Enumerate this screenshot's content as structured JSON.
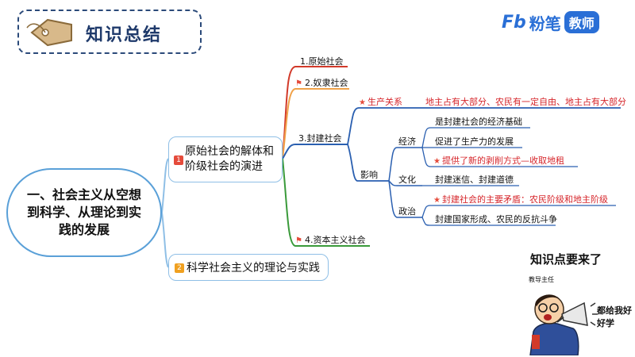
{
  "header": {
    "title": "知识总结"
  },
  "logo": {
    "mark": "Fb",
    "name": "粉笔",
    "badge": "教师"
  },
  "central": {
    "text": "一、社会主义从空想到科学、从理论到实践的发展"
  },
  "branches": [
    {
      "tag": "1",
      "text": "原始社会的解体和阶级社会的演进"
    },
    {
      "tag": "2",
      "text": "科学社会主义的理论与实践"
    }
  ],
  "societies": {
    "primitive": "1.原始社会",
    "slave": "2.奴隶社会",
    "feudal": "3.封建社会",
    "capitalist": "4.资本主义社会"
  },
  "feudal": {
    "relations_label": "生产关系",
    "relations_text": "地主占有大部分、农民有一定自由、地主占有大部分",
    "influence_label": "影响",
    "economy": {
      "label": "经济",
      "items": [
        "是封建社会的经济基础",
        "促进了生产力的发展",
        "提供了新的剥削方式—收取地租"
      ]
    },
    "culture": {
      "label": "文化",
      "items": [
        "封建迷信、封建道德"
      ]
    },
    "politics": {
      "label": "政治",
      "items": [
        "封建社会的主要矛盾：农民阶级和地主阶级",
        "封建国家形成、农民的反抗斗争"
      ]
    }
  },
  "cartoon": {
    "speech": "知识点要来了",
    "teacher_label": "教导主任",
    "shout": "都给我好好学"
  },
  "colors": {
    "red_line": "#d23a2a",
    "orange_line": "#f0a24a",
    "blue_line": "#2a5fb0",
    "green_line": "#3a9a3a"
  }
}
